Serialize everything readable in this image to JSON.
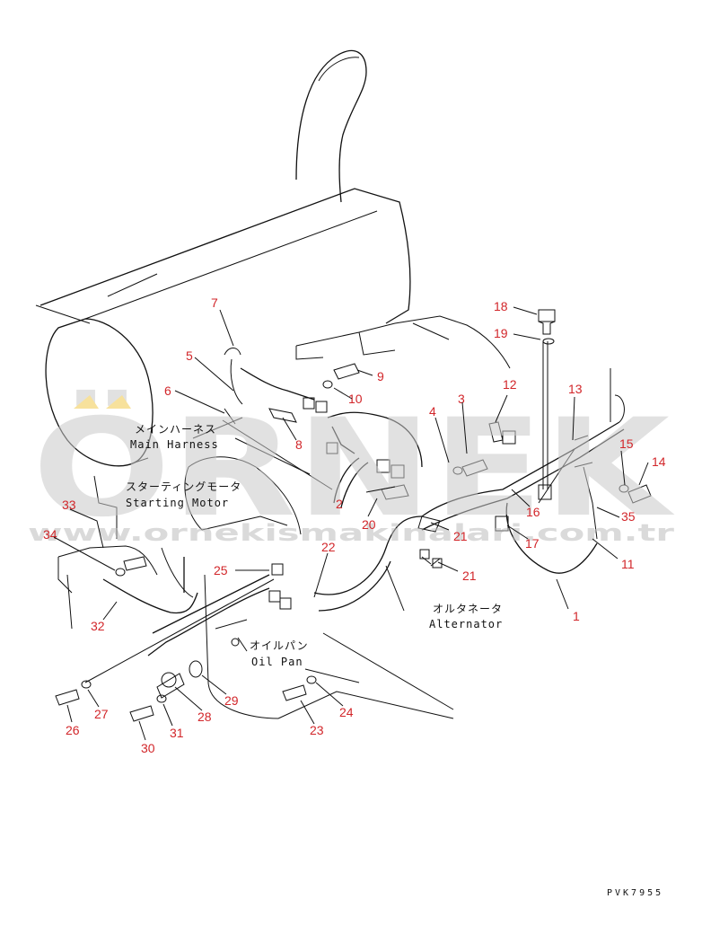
{
  "watermark": {
    "text": "ÖRNEK",
    "subtext": "www.ornekismakinalari.com.tr",
    "color": "#c9c9c9",
    "accent": "#f2c94c"
  },
  "labels": {
    "main_harness_jp": "メインハーネス",
    "main_harness_en": "Main Harness",
    "starting_motor_jp": "スターティングモータ",
    "starting_motor_en": "Starting Motor",
    "alternator_jp": "オルタネータ",
    "alternator_en": "Alternator",
    "oil_pan_jp": "オイルパン",
    "oil_pan_en": "Oil Pan"
  },
  "drawing_code": "PVK7955",
  "part_numbers": [
    "1",
    "2",
    "3",
    "4",
    "5",
    "6",
    "7",
    "8",
    "9",
    "10",
    "11",
    "12",
    "13",
    "14",
    "15",
    "16",
    "17",
    "18",
    "19",
    "20",
    "21",
    "21",
    "22",
    "23",
    "24",
    "25",
    "26",
    "27",
    "28",
    "29",
    "30",
    "31",
    "32",
    "33",
    "34",
    "35"
  ],
  "colors": {
    "callout": "#d2262a",
    "line": "#111111"
  }
}
